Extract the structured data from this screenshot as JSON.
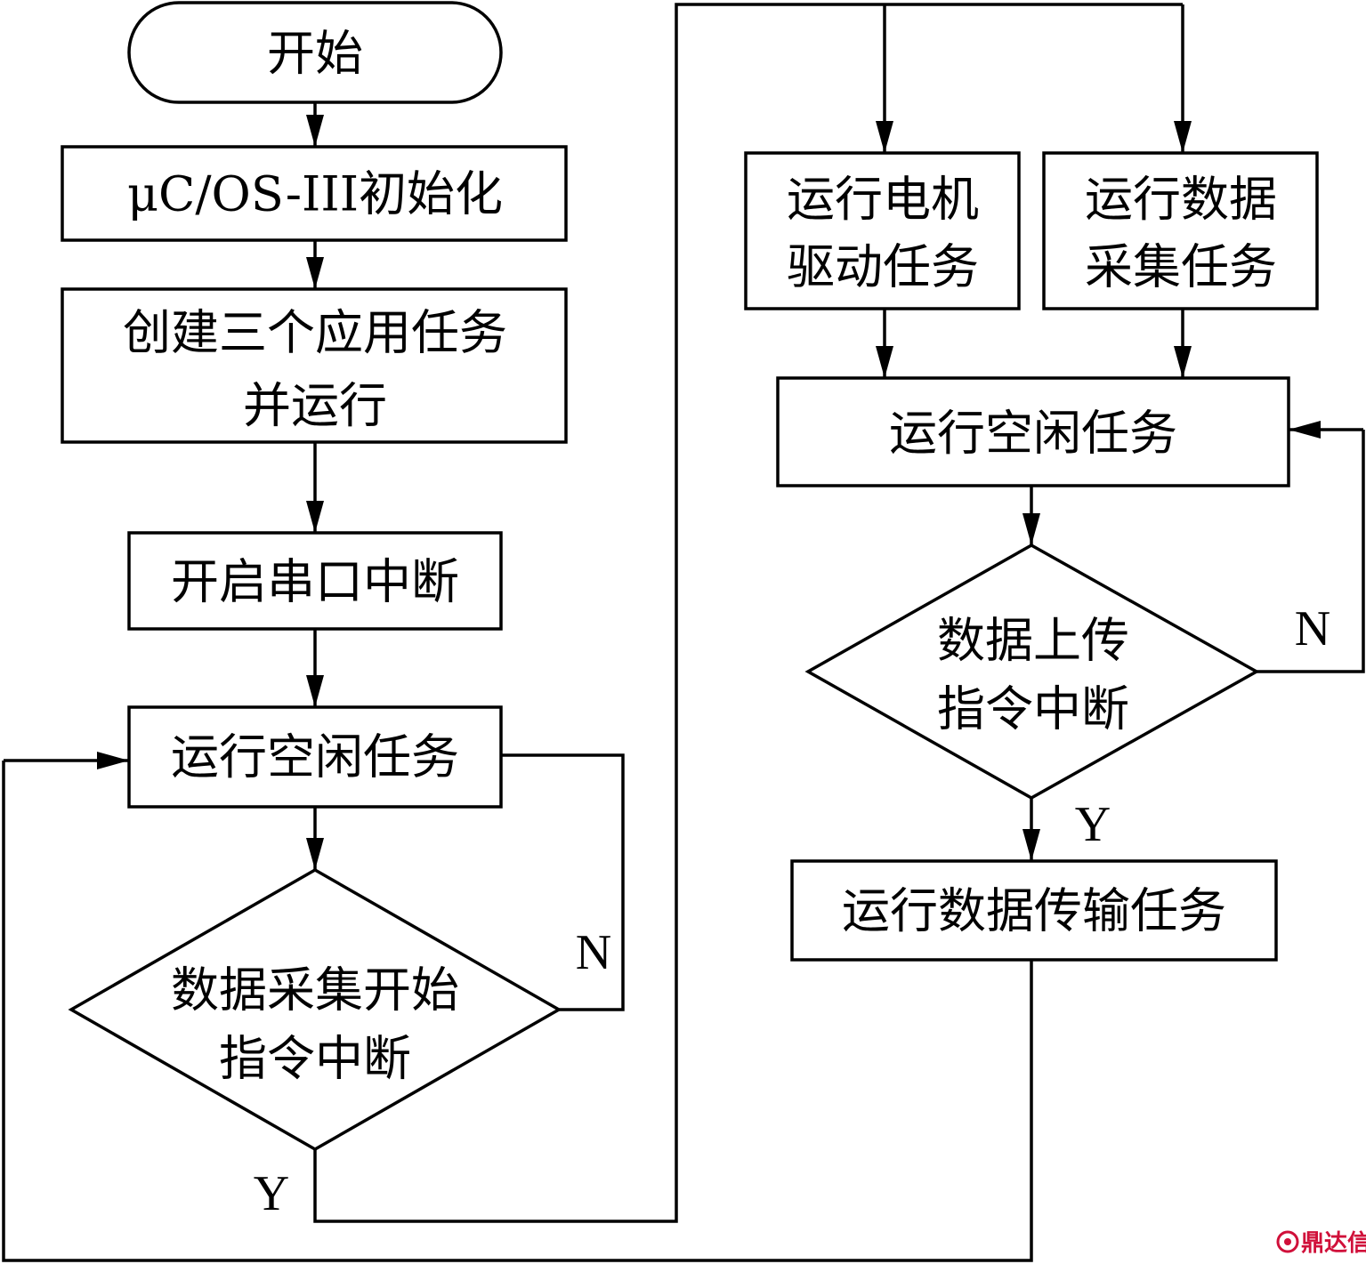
{
  "nodes": {
    "start": "开始",
    "init": "μC/OS-III初始化",
    "create_line1": "创建三个应用任务",
    "create_line2": "并运行",
    "uart": "开启串口中断",
    "idle_left": "运行空闲任务",
    "decision_left_line1": "数据采集开始",
    "decision_left_line2": "指令中断",
    "motor_line1": "运行电机",
    "motor_line2": "驱动任务",
    "acq_line1": "运行数据",
    "acq_line2": "采集任务",
    "idle_right": "运行空闲任务",
    "decision_right_line1": "数据上传",
    "decision_right_line2": "指令中断",
    "transfer": "运行数据传输任务"
  },
  "labels": {
    "left_no": "N",
    "left_yes": "Y",
    "right_no": "N",
    "right_yes": "Y"
  },
  "watermark": "鼎达信",
  "colors": {
    "stroke": "#000000",
    "watermark": "#d0103a"
  }
}
